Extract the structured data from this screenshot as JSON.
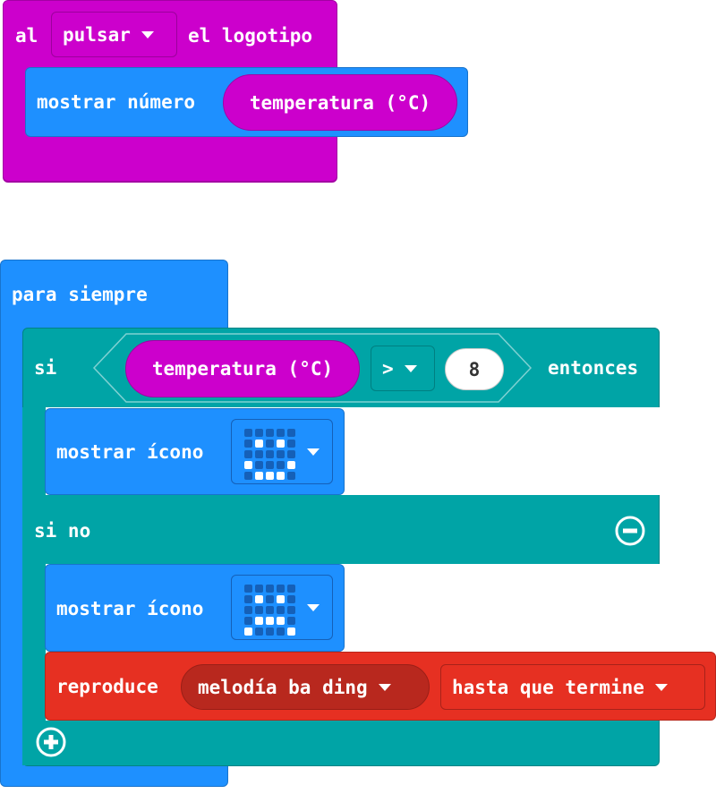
{
  "event_block": {
    "prefix": "al",
    "dropdown": "pulsar",
    "suffix": "el logotipo",
    "color": "#cc00cc"
  },
  "show_number": {
    "label": "mostrar número",
    "value": "temperatura (°C)"
  },
  "forever": {
    "label": "para siempre"
  },
  "if_block": {
    "if_label": "si",
    "left": "temperatura (°C)",
    "operator": ">",
    "right": "8",
    "then_label": "entonces",
    "else_label": "si no"
  },
  "show_icon_1": {
    "label": "mostrar ícono",
    "leds": [
      0,
      0,
      0,
      0,
      0,
      0,
      1,
      0,
      1,
      0,
      0,
      0,
      0,
      0,
      0,
      1,
      0,
      0,
      0,
      1,
      0,
      1,
      1,
      1,
      0
    ]
  },
  "show_icon_2": {
    "label": "mostrar ícono",
    "leds": [
      0,
      0,
      0,
      0,
      0,
      0,
      1,
      0,
      1,
      0,
      0,
      0,
      0,
      0,
      0,
      0,
      1,
      1,
      1,
      0,
      1,
      0,
      0,
      0,
      1
    ]
  },
  "play": {
    "label": "reproduce",
    "melody": "melodía ba ding",
    "mode": "hasta que termine"
  },
  "colors": {
    "input": "#cc00cc",
    "basic": "#1e90ff",
    "logic": "#00a4a6",
    "music": "#e63022"
  }
}
